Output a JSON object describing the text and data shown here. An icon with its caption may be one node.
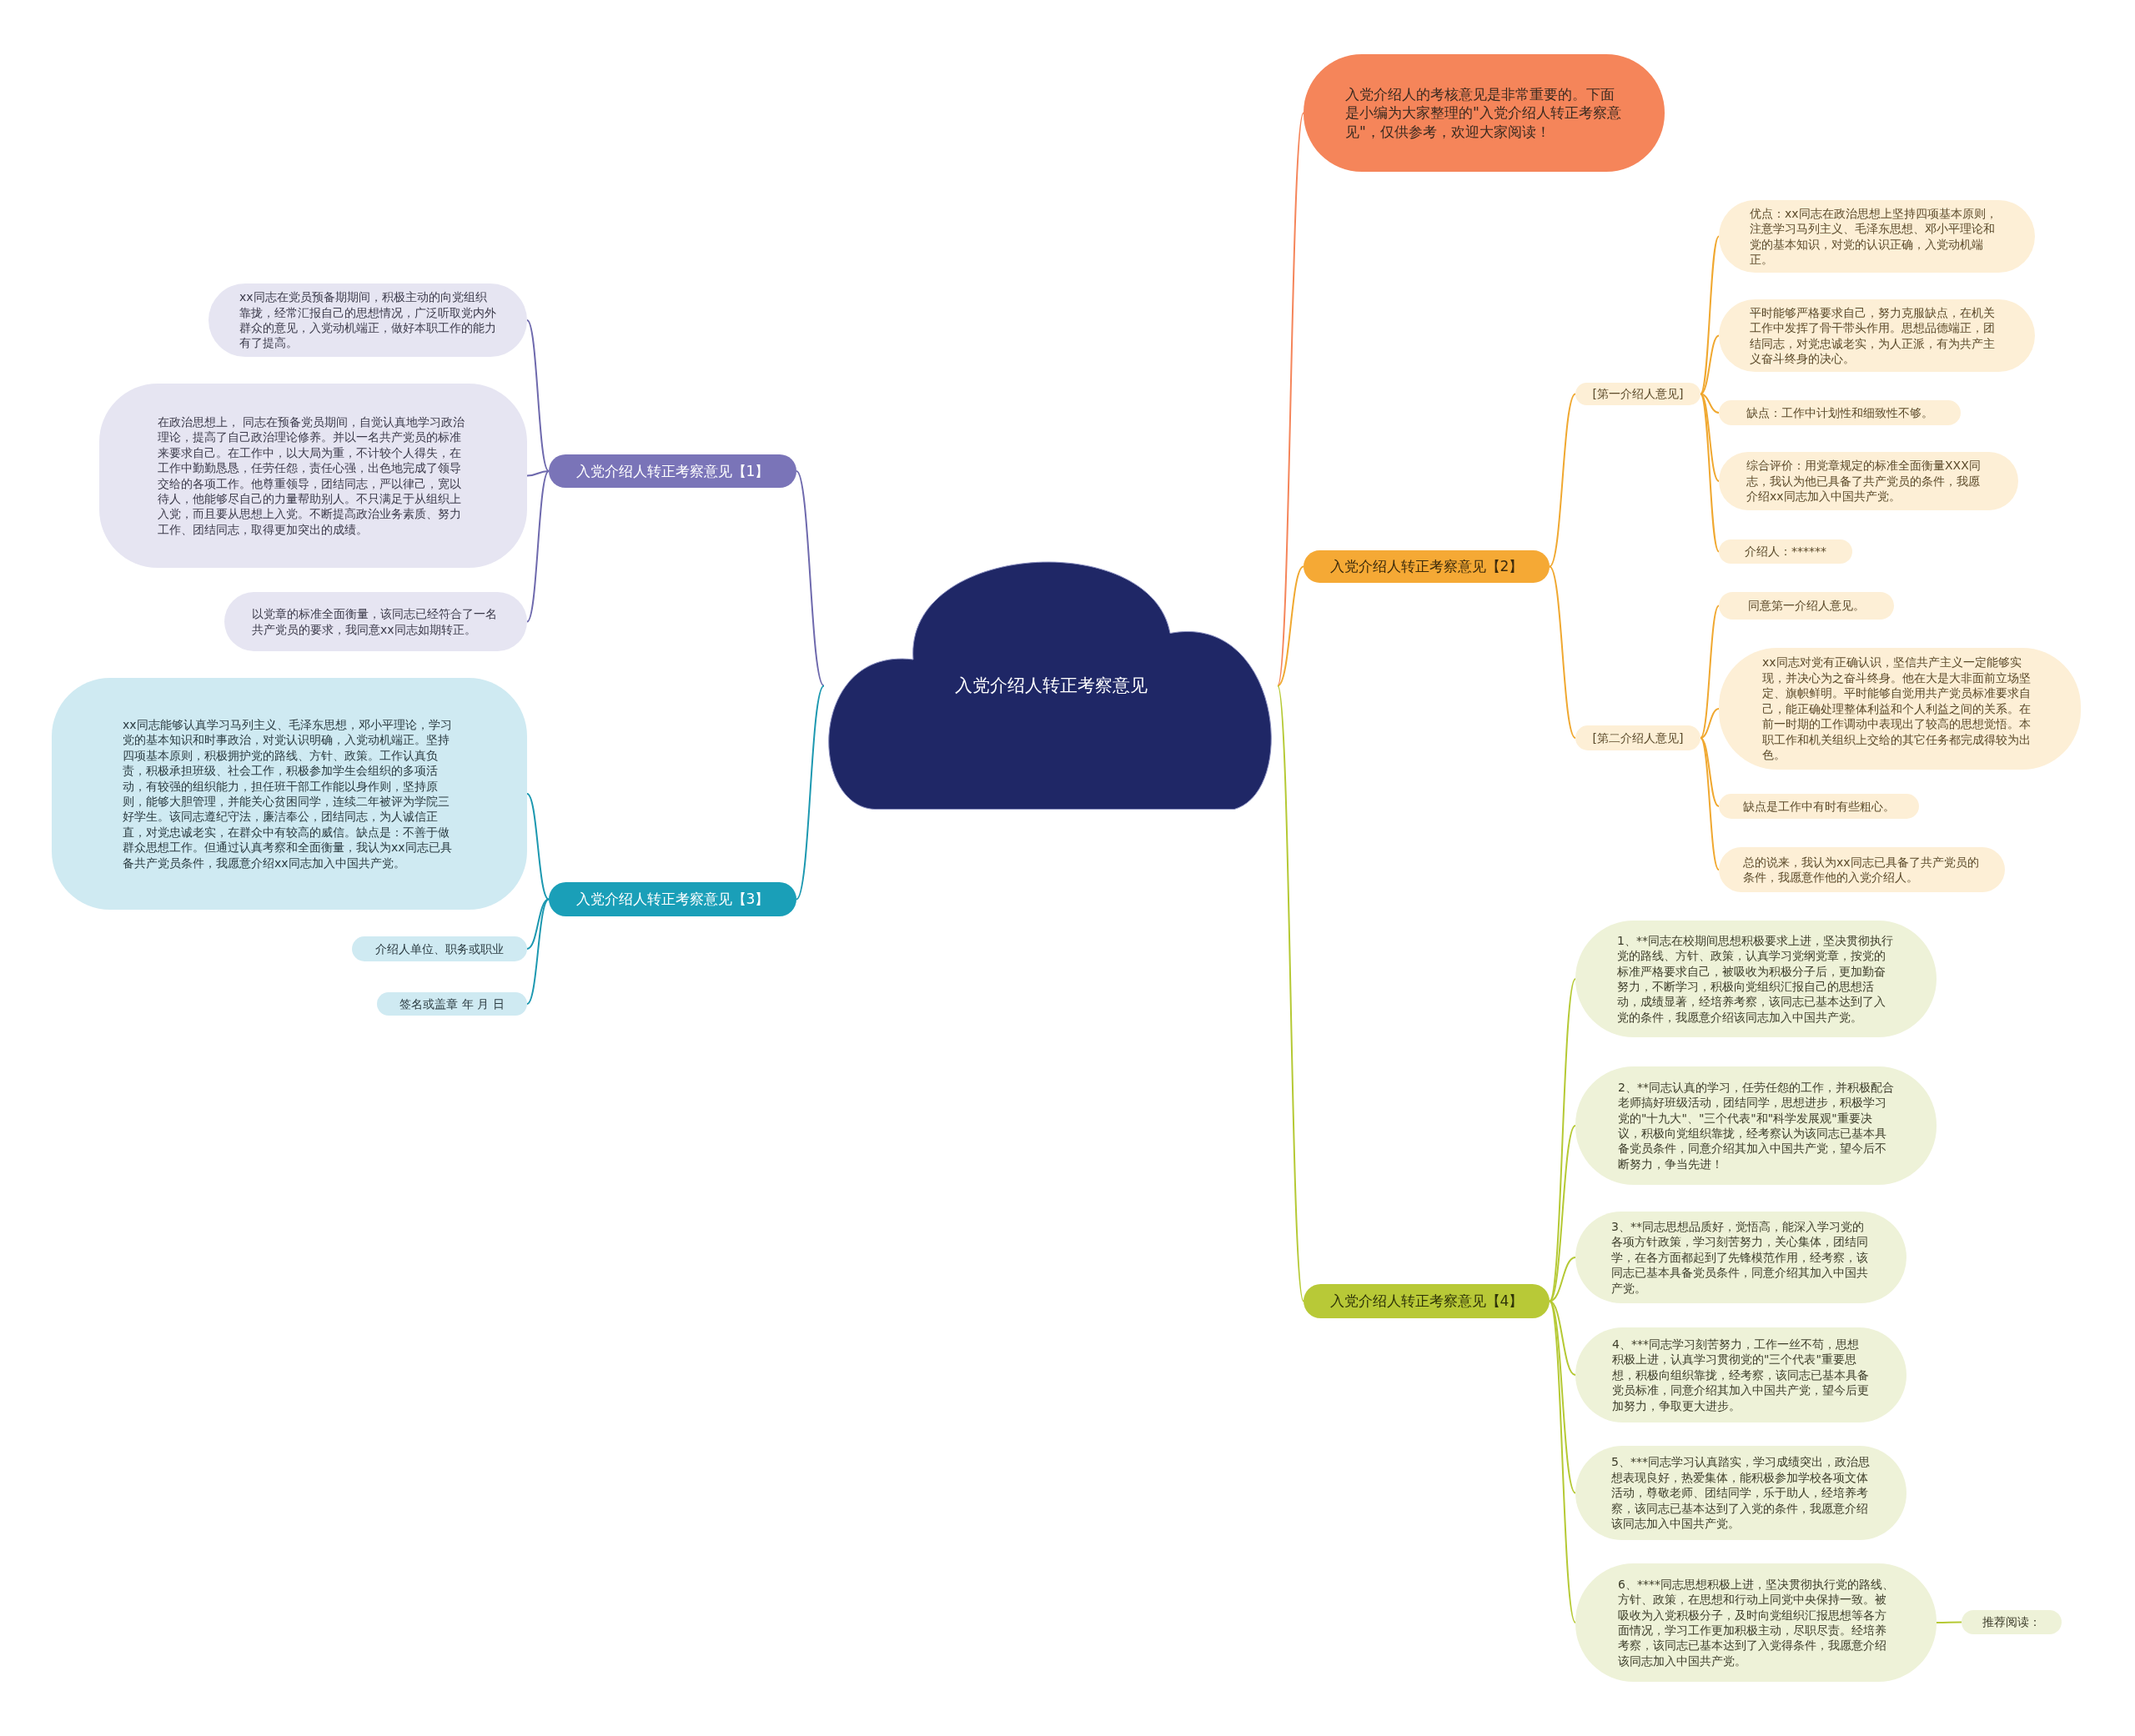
{
  "diagram": {
    "nodes": [
      {
        "text": [
          "入党介绍人转正考察意见"
        ]
      },
      {
        "text": [
          "入党介绍人的考核意见是非常重要的。下面是小编为大家整理的\"入党介绍人转正考察意见\"，仅供参考，欢迎大家阅读！"
        ]
      },
      {
        "text": [
          "入党介绍人转正考察意见【2】"
        ]
      },
      {
        "text": [
          "[第一介绍人意见]"
        ]
      },
      {
        "text": [
          "优点：xx同志在政治思想上坚持四项基本原则，注意学习马列主义、毛泽东思想、邓小平理论和党的基本知识，对党的认识正确，入党动机端正。"
        ]
      },
      {
        "text": [
          "平时能够严格要求自己，努力克服缺点，在机关工作中发挥了骨干带头作用。思想品德端正，团结同志，对党忠诚老实，为人正派，有为共产主义奋斗终身的决心。"
        ]
      },
      {
        "text": [
          "缺点：工作中计划性和细致性不够。"
        ]
      },
      {
        "text": [
          "综合评价：用党章规定的标准全面衡量XXX同志，我认为他已具备了共产党员的条件，我愿介绍xx同志加入中国共产党。"
        ]
      },
      {
        "text": [
          "介绍人：******"
        ]
      },
      {
        "text": [
          "[第二介绍人意见]"
        ]
      },
      {
        "text": [
          "同意第一介绍人意见。"
        ]
      },
      {
        "text": [
          "xx同志对党有正确认识，坚信共产主义一定能够实现，并决心为之奋斗终身。他在大是大非面前立场坚定、旗帜鲜明。平时能够自觉用共产党员标准要求自己，能正确处理整体利益和个人利益之间的关系。在前一时期的工作调动中表现出了较高的思想觉悟。本职工作和机关组织上交给的其它任务都完成得较为出色。"
        ]
      },
      {
        "text": [
          "缺点是工作中有时有些粗心。"
        ]
      },
      {
        "text": [
          "总的说来，我认为xx同志已具备了共产党员的条件，我愿意作他的入党介绍人。"
        ]
      },
      {
        "text": [
          "入党介绍人转正考察意见【4】"
        ]
      },
      {
        "text": [
          "1、**同志在校期间思想积极要求上进，坚决贯彻执行党的路线、方针、政策，认真学习党纲党章，按党的标准严格要求自己，被吸收为积极分子后，更加勤奋努力，不断学习，积极向党组织汇报自己的思想活动，成绩显著，经培养考察，该同志已基本达到了入党的条件，我愿意介绍该同志加入中国共产党。"
        ]
      },
      {
        "text": [
          "2、**同志认真的学习，任劳任怨的工作，并积极配合老师搞好班级活动，团结同学，思想进步，积极学习党的\"十九大\"、\"三个代表\"和\"科学发展观\"重要决议，积极向党组织靠拢，经考察认为该同志已基本具备党员条件，同意介绍其加入中国共产党，望今后不断努力，争当先进！"
        ]
      },
      {
        "text": [
          "3、**同志思想品质好，觉悟高，能深入学习党的各项方针政策，学习刻苦努力，关心集体，团结同学，在各方面都起到了先锋模范作用，经考察，该同志已基本具备党员条件，同意介绍其加入中国共产党。"
        ]
      },
      {
        "text": [
          "4、***同志学习刻苦努力，工作一丝不苟，思想积极上进，认真学习贯彻党的\"三个代表\"重要思想，积极向组织靠拢，经考察，该同志已基本具备党员标准，同意介绍其加入中国共产党，望今后更加努力，争取更大进步。"
        ]
      },
      {
        "text": [
          "5、***同志学习认真踏实，学习成绩突出，政治思想表现良好，热爱集体，能积极参加学校各项文体活动，尊敬老师、团结同学，乐于助人，经培养考察，该同志已基本达到了入党的条件，我愿意介绍该同志加入中国共产党。"
        ]
      },
      {
        "text": [
          "6、****同志思想积极上进，坚决贯彻执行党的路线、方针、政策，在思想和行动上同党中央保持一致。被吸收为入党积极分子，及时向党组织汇报思想等各方面情况，学习工作更加积极主动，尽职尽责。经培养考察，该同志已基本达到了入党得条件，我愿意介绍该同志加入中国共产党。"
        ]
      },
      {
        "text": [
          "推荐阅读："
        ]
      },
      {
        "text": [
          "入党介绍人转正考察意见【1】"
        ]
      },
      {
        "text": [
          "xx同志在党员预备期期间，积极主动的向党组织靠拢，经常汇报自己的思想情况，广泛听取党内外群众的意见，入党动机端正，做好本职工作的能力有了提高。"
        ]
      },
      {
        "text": [
          "在政治思想上， 同志在预备党员期间，自觉认真地学习政治理论，提高了自己政治理论修养。并以一名共产党员的标准来要求自己。在工作中，以大局为重，不计较个人得失，在工作中勤勤恳恳，任劳任怨，责任心强，出色地完成了领导交给的各项工作。他尊重领导，团结同志，严以律己，宽以待人，他能够尽自己的力量帮助别人。不只满足于从组织上入党，而且要从思想上入党。不断提高政治业务素质、努力工作、团结同志，取得更加突出的成绩。"
        ]
      },
      {
        "text": [
          "以党章的标准全面衡量，该同志已经符合了一名共产党员的要求，我同意xx同志如期转正。"
        ]
      },
      {
        "text": [
          "入党介绍人转正考察意见【3】"
        ]
      },
      {
        "text": [
          "xx同志能够认真学习马列主义、毛泽东思想，邓小平理论，学习党的基本知识和时事政治，对党认识明确，入党动机端正。坚持四项基本原则，积极拥护党的路线、方针、政策。工作认真负责，积极承担班级、社会工作，积极参加学生会组织的多项活动，有较强的组织能力，担任班干部工作能以身作则，坚持原则，能够大胆管理，并能关心贫困同学，连续二年被评为学院三好学生。该同志遵纪守法，廉洁奉公，团结同志，为人诚信正直，对党忠诚老实，在群众中有较高的威信。缺点是：不善于做群众思想工作。但通过认真考察和全面衡量，我认为xx同志已具备共产党员条件，我愿意介绍xx同志加入中国共产党。"
        ]
      },
      {
        "text": [
          "介绍人单位、职务或职业"
        ]
      },
      {
        "text": [
          "签名或盖章 年 月 日"
        ]
      }
    ],
    "edges": [
      {
        "from": 0,
        "to": 1,
        "arrow": "none",
        "color": "#f5855a"
      },
      {
        "from": 0,
        "to": 2,
        "arrow": "none",
        "color": "#f0a830"
      },
      {
        "from": 2,
        "to": 3,
        "arrow": "none",
        "color": "#f0a830"
      },
      {
        "from": 3,
        "to": 4,
        "arrow": "none",
        "color": "#f0a830"
      },
      {
        "from": 3,
        "to": 5,
        "arrow": "none",
        "color": "#f0a830"
      },
      {
        "from": 3,
        "to": 6,
        "arrow": "none",
        "color": "#f0a830"
      },
      {
        "from": 3,
        "to": 7,
        "arrow": "none",
        "color": "#f0a830"
      },
      {
        "from": 3,
        "to": 8,
        "arrow": "none",
        "color": "#f0a830"
      },
      {
        "from": 2,
        "to": 9,
        "arrow": "none",
        "color": "#f0a830"
      },
      {
        "from": 9,
        "to": 10,
        "arrow": "none",
        "color": "#f0a830"
      },
      {
        "from": 9,
        "to": 11,
        "arrow": "none",
        "color": "#f0a830"
      },
      {
        "from": 9,
        "to": 12,
        "arrow": "none",
        "color": "#f0a830"
      },
      {
        "from": 9,
        "to": 13,
        "arrow": "none",
        "color": "#f0a830"
      },
      {
        "from": 0,
        "to": 14,
        "arrow": "none",
        "color": "#b5c934"
      },
      {
        "from": 14,
        "to": 15,
        "arrow": "none",
        "color": "#b5c934"
      },
      {
        "from": 14,
        "to": 16,
        "arrow": "none",
        "color": "#b5c934"
      },
      {
        "from": 14,
        "to": 17,
        "arrow": "none",
        "color": "#b5c934"
      },
      {
        "from": 14,
        "to": 18,
        "arrow": "none",
        "color": "#b5c934"
      },
      {
        "from": 14,
        "to": 19,
        "arrow": "none",
        "color": "#b5c934"
      },
      {
        "from": 14,
        "to": 20,
        "arrow": "none",
        "color": "#b5c934"
      },
      {
        "from": 20,
        "to": 21,
        "arrow": "none",
        "color": "#b5c934"
      },
      {
        "from": 0,
        "to": 22,
        "arrow": "none",
        "color": "#6e69ad"
      },
      {
        "from": 22,
        "to": 23,
        "arrow": "none",
        "color": "#6e69ad"
      },
      {
        "from": 22,
        "to": 24,
        "arrow": "none",
        "color": "#6e69ad"
      },
      {
        "from": 22,
        "to": 25,
        "arrow": "none",
        "color": "#6e69ad"
      },
      {
        "from": 0,
        "to": 26,
        "arrow": "none",
        "color": "#1c98b0"
      },
      {
        "from": 26,
        "to": 27,
        "arrow": "none",
        "color": "#1c98b0"
      },
      {
        "from": 26,
        "to": 28,
        "arrow": "none",
        "color": "#1c98b0"
      },
      {
        "from": 26,
        "to": 29,
        "arrow": "none",
        "color": "#1c98b0"
      }
    ]
  }
}
